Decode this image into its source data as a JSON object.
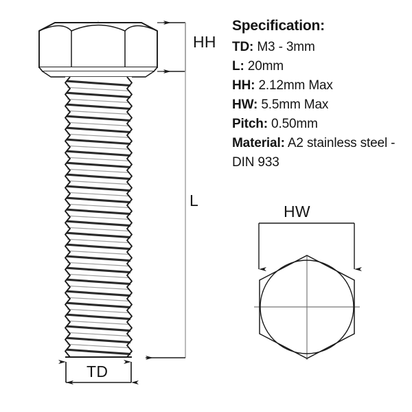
{
  "product": {
    "type": "hex-head-bolt-technical-diagram"
  },
  "specification": {
    "title": "Specification:",
    "rows": [
      {
        "key": "TD:",
        "value": "M3 - 3mm"
      },
      {
        "key": "L:",
        "value": "20mm"
      },
      {
        "key": "HH:",
        "value": "2.12mm Max"
      },
      {
        "key": "HW:",
        "value": "5.5mm Max"
      },
      {
        "key": "Pitch:",
        "value": "0.50mm"
      },
      {
        "key": "Material:",
        "value": "A2 stainless steel - DIN 933"
      }
    ]
  },
  "dimensions": {
    "head_height_label": "HH",
    "length_label": "L",
    "thread_diameter_label": "TD",
    "head_width_label": "HW"
  },
  "colors": {
    "line": "#1a1a1a",
    "thin_line": "#555555",
    "centerline": "#c8c8c8",
    "text": "#141414",
    "background": "#ffffff"
  },
  "chart_data": {
    "type": "table",
    "title": "Specification:",
    "categories": [
      "TD",
      "L",
      "HH",
      "HW",
      "Pitch",
      "Material"
    ],
    "values": [
      "M3 - 3mm",
      "20mm",
      "2.12mm Max",
      "5.5mm Max",
      "0.50mm",
      "A2 stainless steel - DIN 933"
    ]
  }
}
